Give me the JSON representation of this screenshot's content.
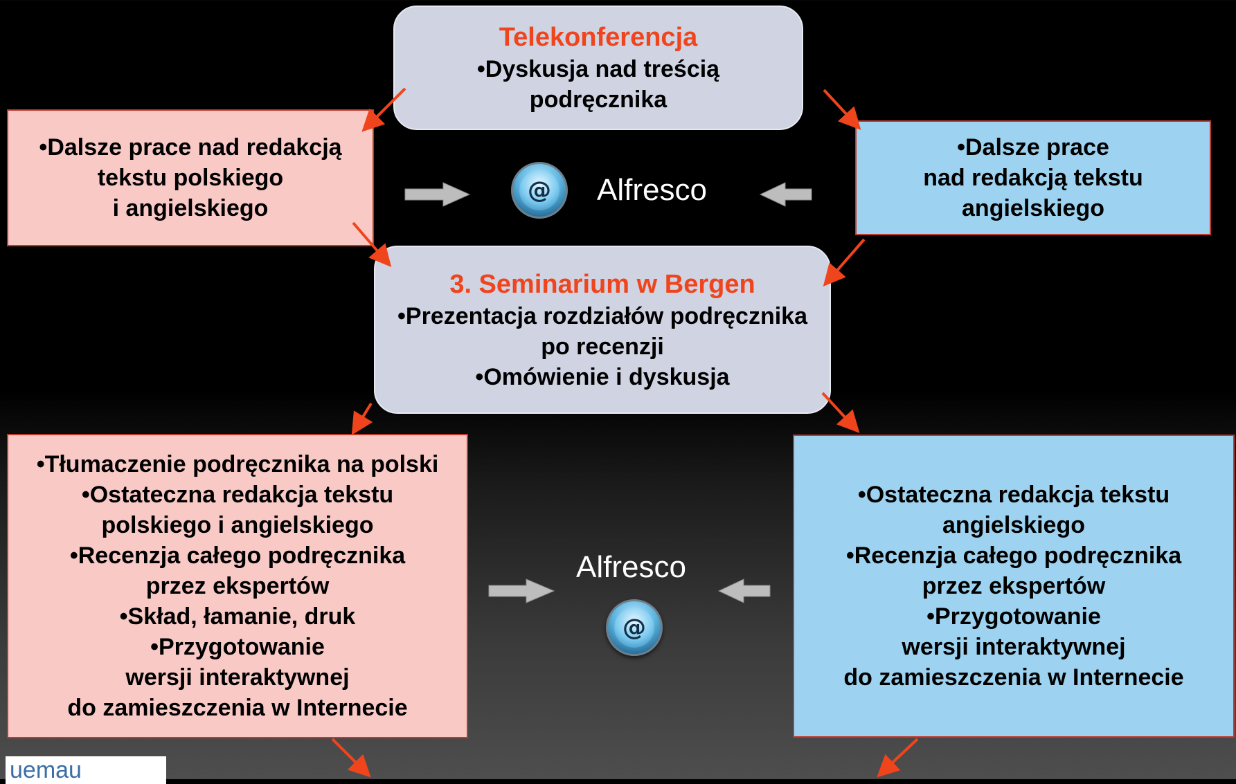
{
  "top_box": {
    "title": "Telekonferencja",
    "lines": [
      "•Dyskusja nad treścią",
      "podręcznika"
    ]
  },
  "left_upper_box": {
    "lines": [
      "•Dalsze prace nad redakcją",
      "tekstu polskiego",
      "i angielskiego"
    ]
  },
  "right_upper_box": {
    "lines": [
      "•Dalsze prace",
      "nad redakcją tekstu",
      "angielskiego"
    ]
  },
  "alfresco_upper": {
    "label": "Alfresco",
    "icon": "at-sign-icon"
  },
  "seminar_box": {
    "title": "3. Seminarium w Bergen",
    "lines": [
      "•Prezentacja rozdziałów podręcznika",
      "po recenzji",
      "•Omówienie i dyskusja"
    ]
  },
  "left_lower_box": {
    "lines": [
      "•Tłumaczenie podręcznika na polski",
      "•Ostateczna redakcja tekstu",
      "polskiego i angielskiego",
      "•Recenzja całego podręcznika",
      "przez ekspertów",
      "•Skład, łamanie, druk",
      "•Przygotowanie",
      "wersji interaktywnej",
      "do zamieszczenia w Internecie"
    ]
  },
  "right_lower_box": {
    "lines": [
      "•Ostateczna redakcja tekstu",
      "angielskiego",
      "•Recenzja całego podręcznika",
      "przez ekspertów",
      "•Przygotowanie",
      "wersji interaktywnej",
      "do zamieszczenia w Internecie"
    ]
  },
  "alfresco_lower": {
    "label": "Alfresco",
    "icon": "at-sign-icon"
  },
  "logo": {
    "text": "uemau"
  },
  "colors": {
    "title_accent": "#f0441c",
    "arrow_red": "#f0441c",
    "arrow_grey": "#b8b8b8",
    "grey_box": "#cfd3e2",
    "pink_box": "#f9c9c6",
    "blue_box": "#9dd3f0"
  }
}
